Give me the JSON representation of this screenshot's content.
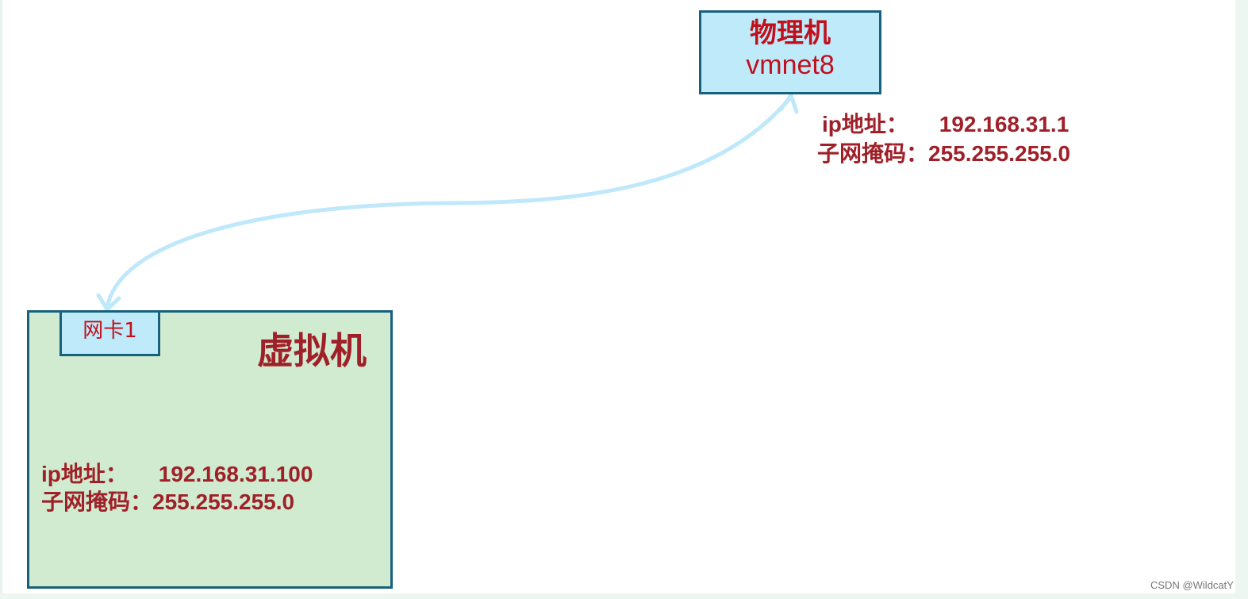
{
  "physical_machine": {
    "title": "物理机",
    "subtitle": "vmnet8",
    "ip_line": "ip地址：     192.168.31.1",
    "mask_line": "子网掩码：255.255.255.0"
  },
  "virtual_machine": {
    "title": "虚拟机",
    "nic_label": "网卡1",
    "ip_line": "ip地址：     192.168.31.100",
    "mask_line": "子网掩码：255.255.255.0"
  },
  "watermark": "CSDN @WildcatY",
  "colors": {
    "box_border": "#17617e",
    "blue_fill": "#bfeafa",
    "green_fill": "#d0ebcf",
    "red_text": "#c0101c",
    "dark_red_text": "#a02029",
    "arrow": "#bfe8fb"
  }
}
